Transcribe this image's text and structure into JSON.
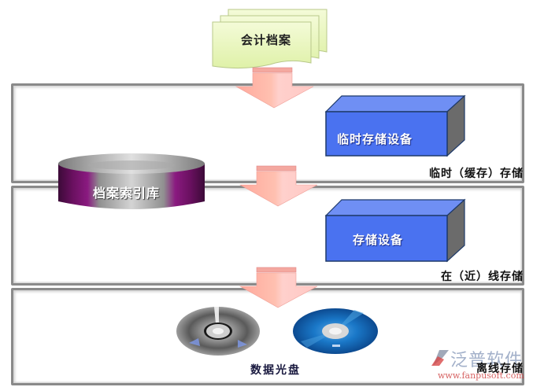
{
  "source": {
    "label": "会计档案",
    "icon": "document-stack-icon"
  },
  "index_db": {
    "label": "档案索引库",
    "icon": "database-cylinder-icon"
  },
  "tiers": [
    {
      "label": "临时（缓存）存储",
      "device": "临时存储设备",
      "icon": "storage-box-icon"
    },
    {
      "label": "在（近）线存储",
      "device": "存储设备",
      "icon": "storage-box-icon"
    },
    {
      "label": "离线存储",
      "device": "数据光盘",
      "icons": [
        "cd-disc-icon",
        "bluray-disc-icon"
      ]
    }
  ],
  "watermark": {
    "brand": "泛普软件",
    "url": "www.fanpusoft.com"
  },
  "colors": {
    "box_front": "#4a72f0",
    "box_top": "#6f8ff4",
    "box_side": "#6b6b6b",
    "db_body": "#6a1060",
    "arrow": "#ffb8b0",
    "doc_bg": "#eaf7c4",
    "panel_border": "#8a8a8a"
  }
}
